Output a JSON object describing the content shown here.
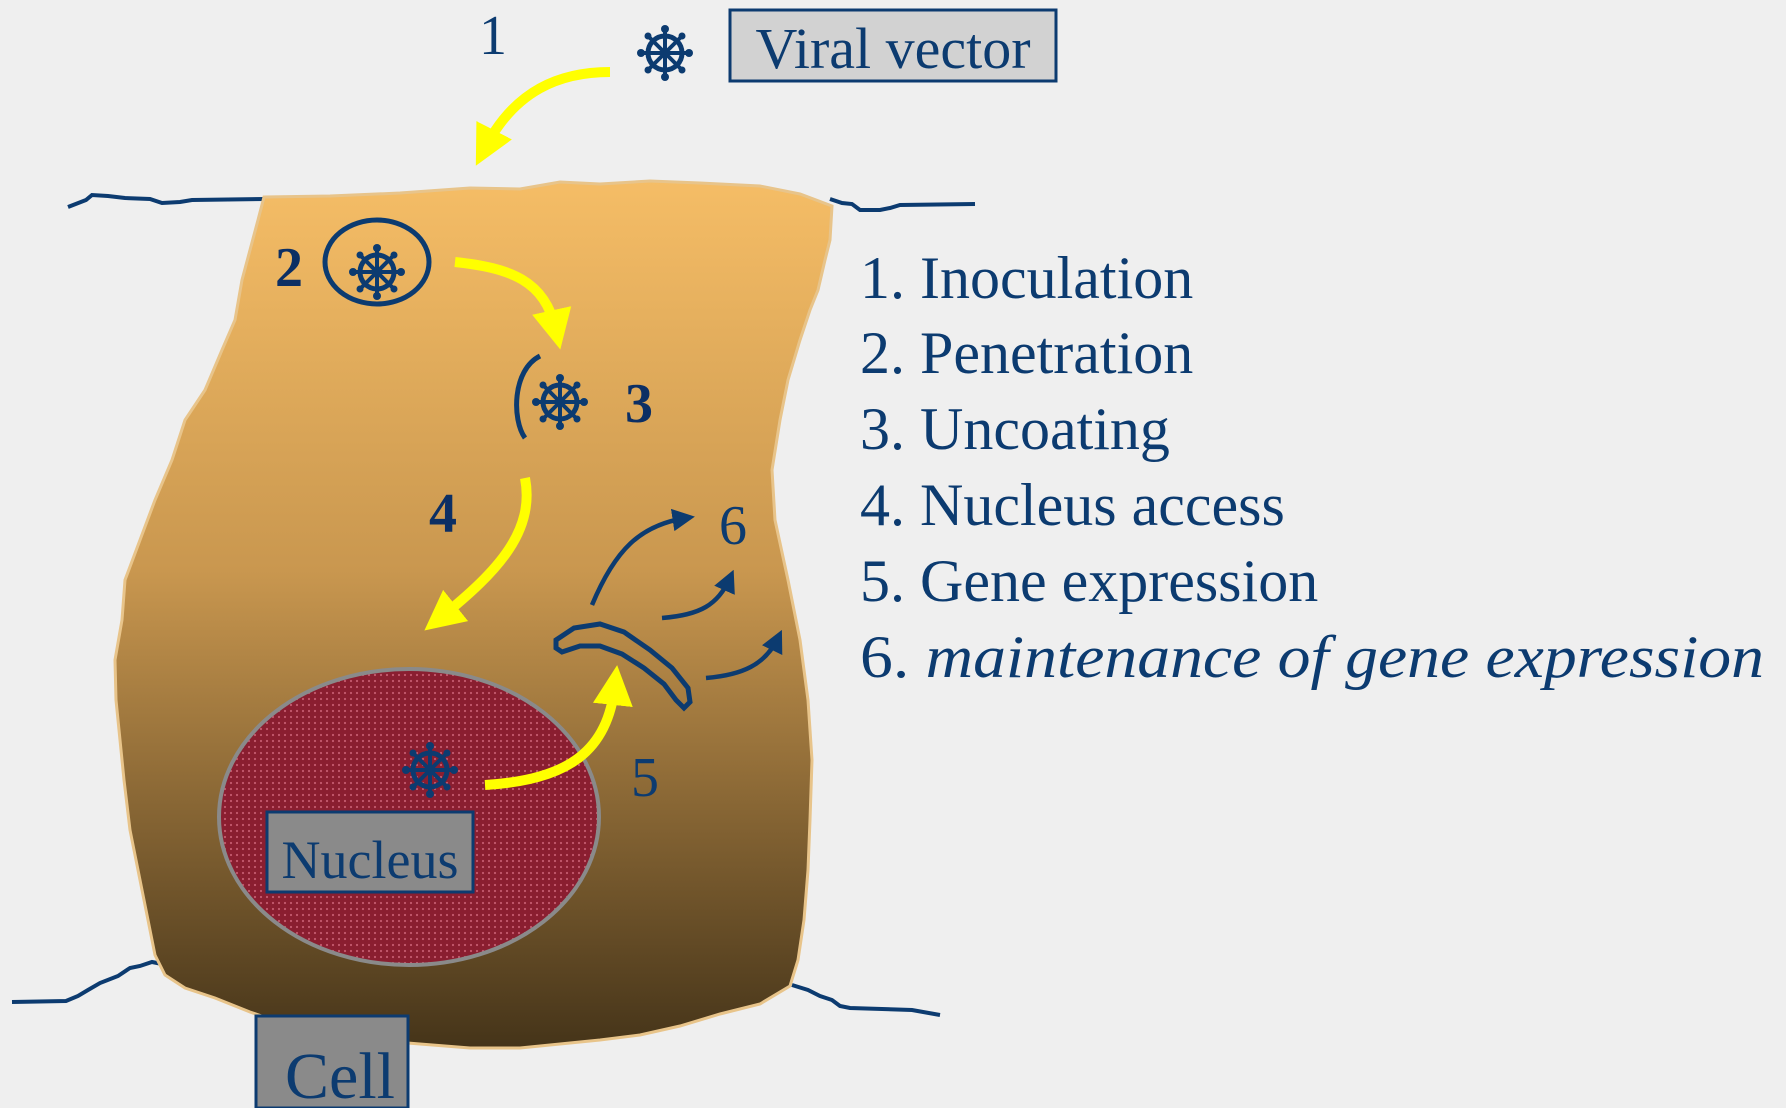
{
  "title_box": {
    "label": "Viral vector"
  },
  "steps": [
    {
      "number": "1"
    },
    {
      "number": "2"
    },
    {
      "number": "3"
    },
    {
      "number": "4"
    },
    {
      "number": "5"
    },
    {
      "number": "6"
    }
  ],
  "legend": {
    "items": [
      {
        "text": "1. Inoculation"
      },
      {
        "text": "2. Penetration"
      },
      {
        "text": "3. Uncoating"
      },
      {
        "text": "4. Nucleus access"
      },
      {
        "text": "5. Gene expression"
      },
      {
        "prefix": "6. ",
        "text": "maintenance of gene expression"
      }
    ]
  },
  "nucleus": {
    "label": "Nucleus"
  },
  "cell": {
    "label": "Cell"
  },
  "colors": {
    "background": "#efefef",
    "dark_blue": "#0c3b70",
    "arrow_yellow": "#ffff00",
    "cell_top": "#f5bd66",
    "cell_bottom": "#4a3820",
    "nucleus_fill": "#8a1e30",
    "label_box": "#8a8a8a"
  },
  "icons": [
    "virus-icon",
    "curved-arrow-icon"
  ]
}
